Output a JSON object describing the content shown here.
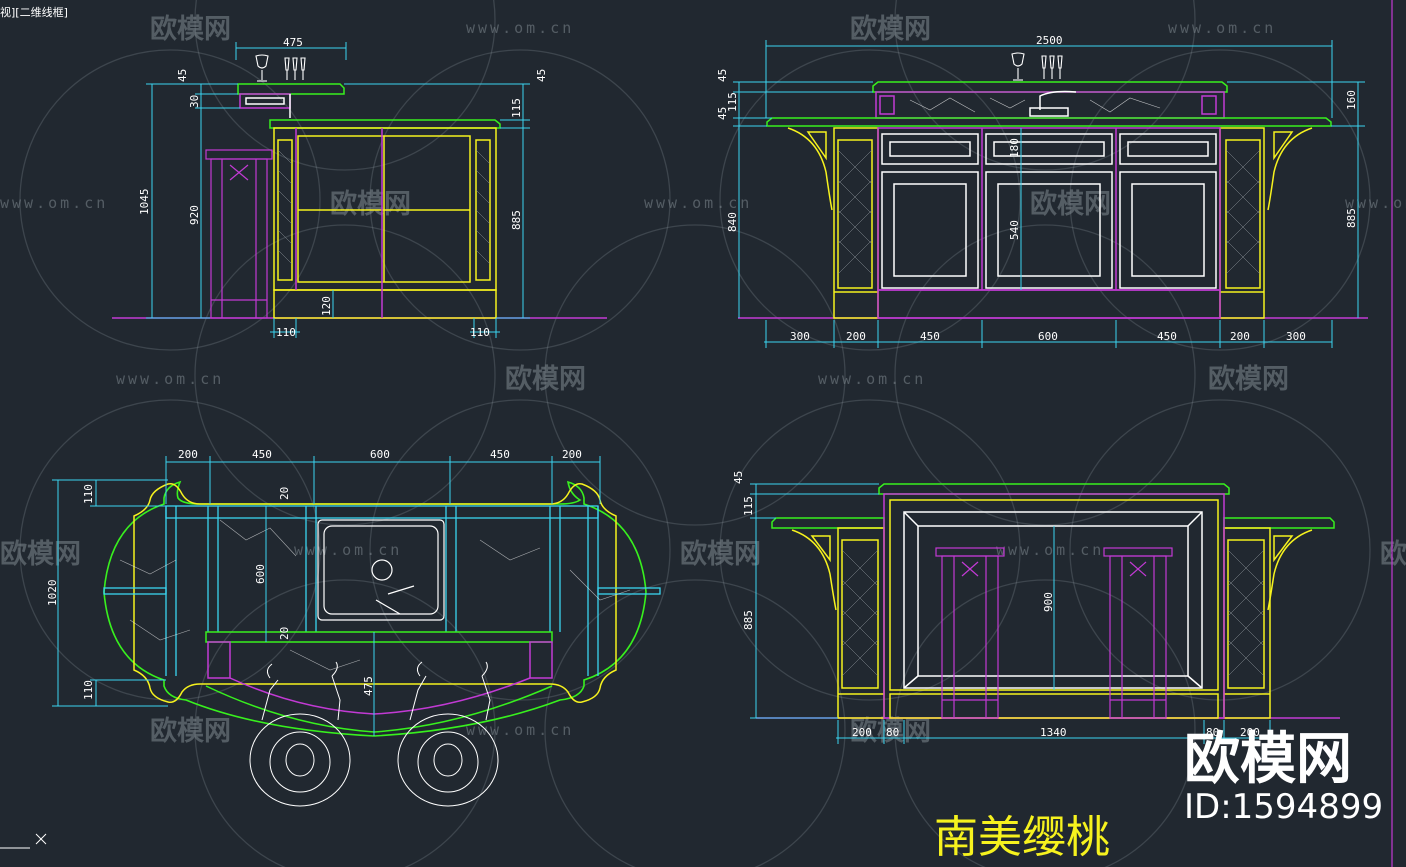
{
  "viewport_label": "视][二维线框]",
  "watermark": {
    "logo_text": "欧模网",
    "url_text": "www.om.cn"
  },
  "title": "南美缨桃",
  "brand": {
    "name": "欧模网",
    "id": "ID:1594899"
  },
  "colors": {
    "background": "#212830",
    "green": "#38f01e",
    "yellow": "#f6f21e",
    "magenta": "#c23ad4",
    "cyan": "#3ad4f0",
    "white": "#ffffff"
  },
  "side_view": {
    "dims": [
      "475",
      "45",
      "30",
      "1045",
      "920",
      "115",
      "45",
      "885",
      "120",
      "110",
      "110"
    ]
  },
  "front_view": {
    "dims": [
      "2500",
      "45",
      "115",
      "45",
      "160",
      "840",
      "180",
      "540",
      "885",
      "300",
      "200",
      "450",
      "600",
      "450",
      "200",
      "300"
    ]
  },
  "plan_view": {
    "dims": [
      "200",
      "450",
      "600",
      "450",
      "200",
      "110",
      "1020",
      "110",
      "20",
      "600",
      "20",
      "475"
    ]
  },
  "back_view": {
    "dims": [
      "45",
      "115",
      "885",
      "900",
      "200",
      "80",
      "1340",
      "80",
      "200"
    ]
  }
}
